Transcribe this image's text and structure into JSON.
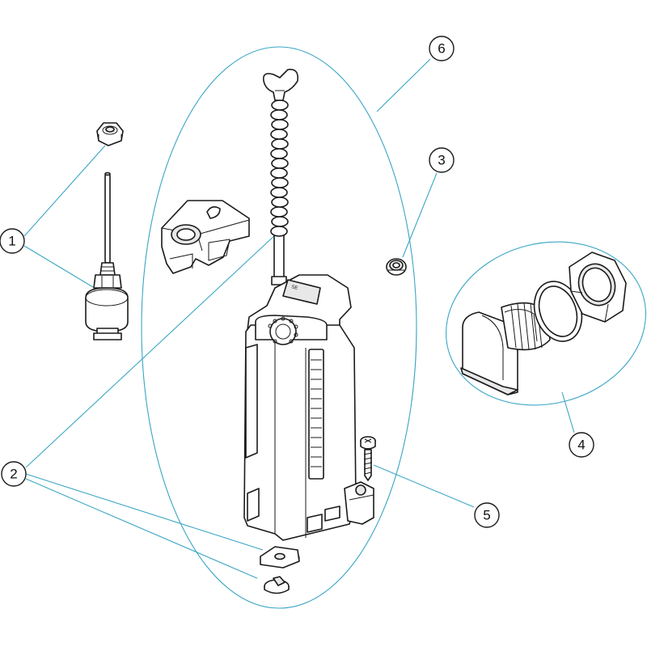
{
  "colors": {
    "leader_line": "#3aa6c4",
    "outline": "#1a1a1a",
    "background": "#ffffff"
  },
  "callouts": [
    {
      "id": "1",
      "label": "1"
    },
    {
      "id": "2",
      "label": "2"
    },
    {
      "id": "3",
      "label": "3"
    },
    {
      "id": "4",
      "label": "4"
    },
    {
      "id": "5",
      "label": "5"
    },
    {
      "id": "6",
      "label": "6"
    }
  ]
}
